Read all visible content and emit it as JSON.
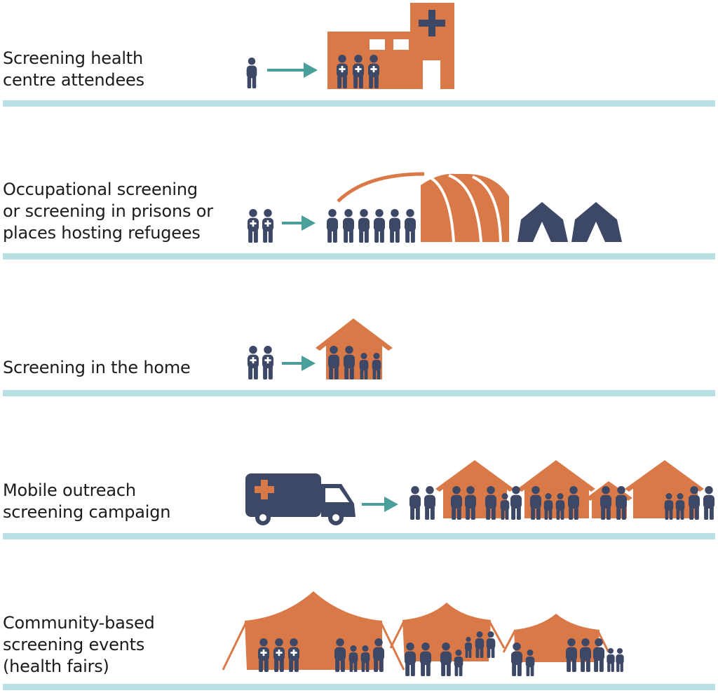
{
  "colors": {
    "orange": "#d97948",
    "navy": "#3d4866",
    "teal": "#4a9f9a",
    "divider": "#b8e0e2",
    "text": "#1b1b1b"
  },
  "rows": [
    {
      "label_lines": [
        "Screening health",
        "centre attendees"
      ]
    },
    {
      "label_lines": [
        "Occupational screening",
        "or screening in prisons or",
        "places hosting refugees"
      ]
    },
    {
      "label_lines": [
        "Screening in the home"
      ]
    },
    {
      "label_lines": [
        "Mobile outreach",
        "screening campaign"
      ]
    },
    {
      "label_lines": [
        "Community-based",
        "screening events",
        "(health fairs)"
      ]
    }
  ]
}
